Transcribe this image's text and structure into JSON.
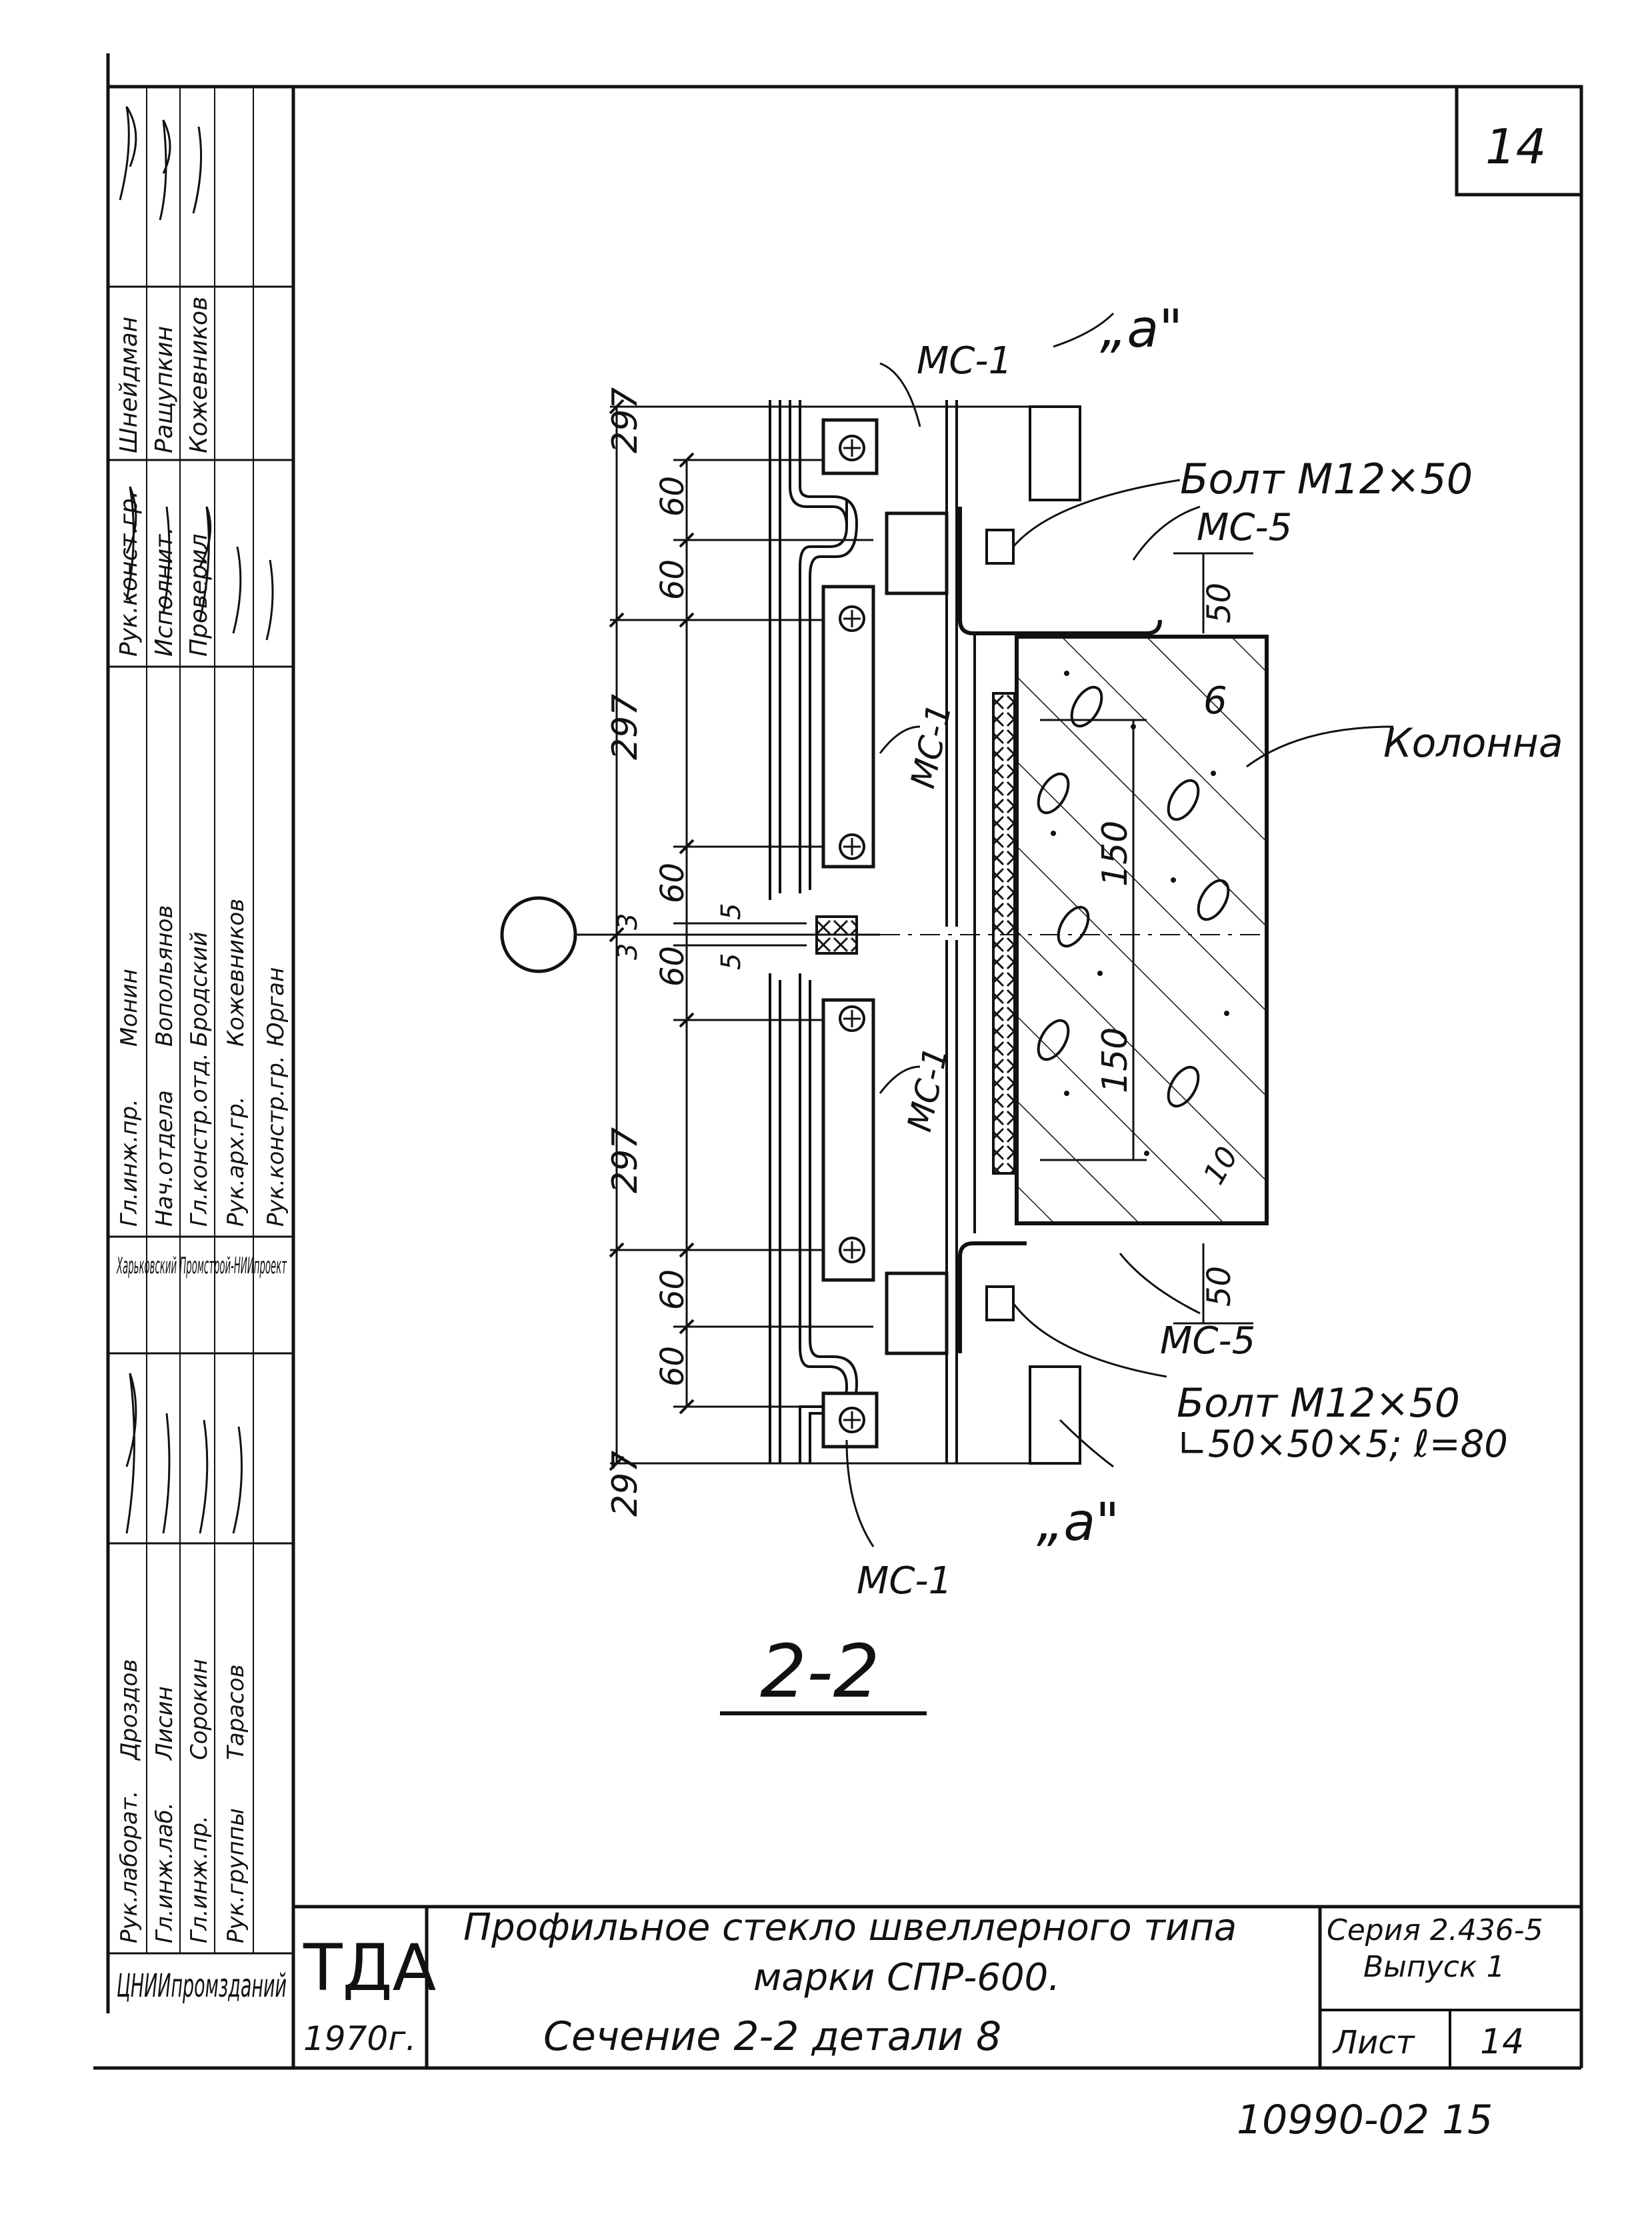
{
  "sheet_number_top": "14",
  "section": {
    "title": "2-2",
    "labels": {
      "a_top": "„a\"",
      "a_bottom": "„a\"",
      "ms1_top": "МС-1",
      "ms1_mid_upper": "МС-1",
      "ms1_mid_lower": "МС-1",
      "ms1_bottom": "МС-1",
      "ms5_top": "МС-5",
      "ms5_bottom": "МС-5",
      "bolt_top": "Болт М12×50",
      "bolt_bottom": "Болт М12×50",
      "angle_bottom": "∟50×50×5; ℓ=80",
      "column": "Колонна"
    },
    "dimensions": {
      "d297_1": "297",
      "d297_2": "297",
      "d297_3": "297",
      "d297_4": "297",
      "d60_1": "60",
      "d60_2": "60",
      "d60_3": "60",
      "d60_4": "60",
      "d60_5": "60",
      "d60_6": "60",
      "d3_1": "3",
      "d3_2": "3",
      "d5_1": "5",
      "d5_2": "5",
      "d50_top": "50",
      "d50_bottom": "50",
      "d150_1": "150",
      "d150_2": "150",
      "d6": "6",
      "d10": "10"
    }
  },
  "left_stamp": {
    "sig_block_top": {
      "rows": [
        {
          "role": "Рук.конст.гр.",
          "name": "Шнейдман"
        },
        {
          "role": "Исполнит.",
          "name": "Ращупкин"
        },
        {
          "role": "Проверил",
          "name": "Кожевников"
        }
      ]
    },
    "sig_block_mid": {
      "rows": [
        {
          "role": "Гл.инж.пр.",
          "name": "Монин"
        },
        {
          "role": "Нач.отдела",
          "name": "Вопольянов"
        },
        {
          "role": "Гл.констр.отд.",
          "name": "Бродский"
        },
        {
          "role": "Рук.арх.гр.",
          "name": "Кожевников"
        },
        {
          "role": "Рук.констр.гр.",
          "name": "Юрган"
        }
      ]
    },
    "organization_mid": "Харьковский Промстрой-НИИпроект",
    "sig_block_bottom": {
      "rows": [
        {
          "role": "Рук.лаборат.",
          "name": "Дроздов"
        },
        {
          "role": "Гл.инж.лаб.",
          "name": "Лисин"
        },
        {
          "role": "Гл.инж.пр.",
          "name": "Сорокин"
        },
        {
          "role": "Рук.группы",
          "name": "Тарасов"
        }
      ]
    },
    "organization_bottom": "ЦНИИпромзданий"
  },
  "title_block": {
    "org": "ТДА",
    "year": "1970г.",
    "title_line1": "Профильное стекло швеллерного типа",
    "title_line2": "марки СПР-600.",
    "title_line3": "Сечение 2-2 детали 8",
    "series_line1": "Серия 2.436-5",
    "series_line2": "Выпуск 1",
    "sheet_label": "Лист",
    "sheet_number": "14"
  },
  "archive_number": "10990-02  15"
}
